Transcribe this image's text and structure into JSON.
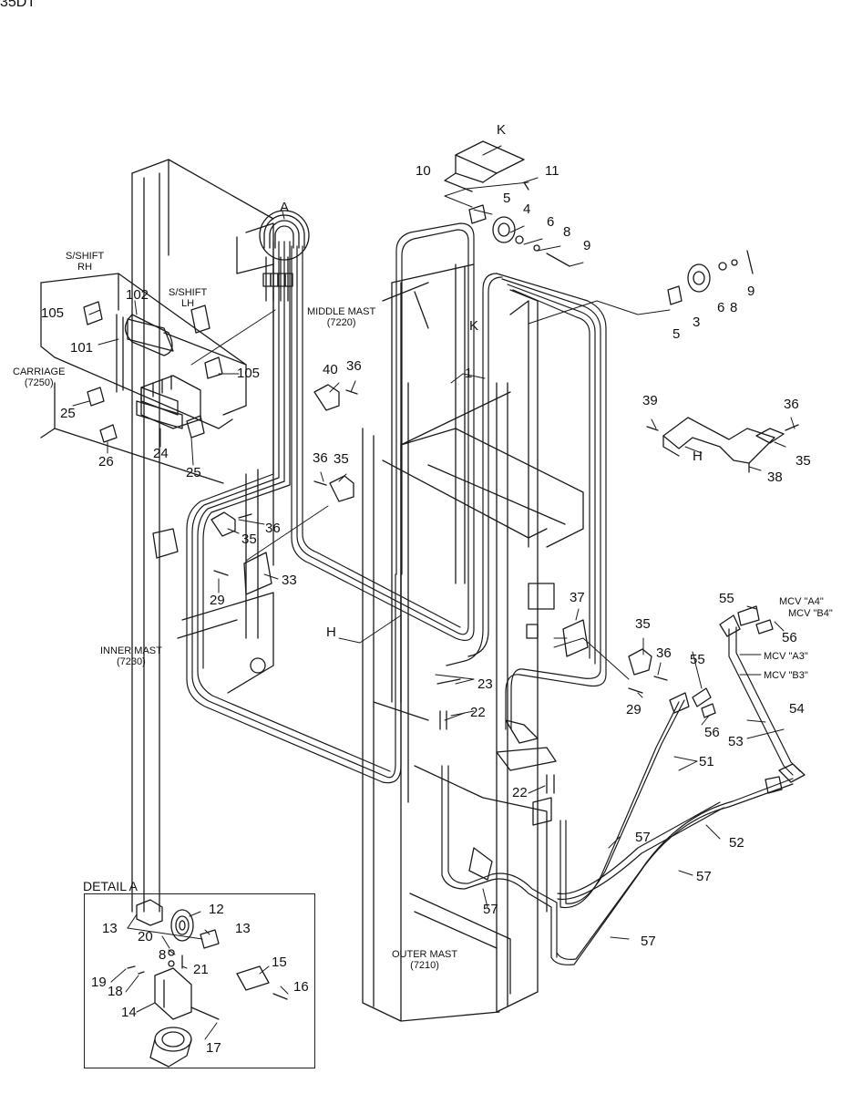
{
  "header": {
    "text": "35DT"
  },
  "detail": {
    "title": "DETAIL A"
  },
  "captions": {
    "s_shift_rh": [
      "S/SHIFT",
      "RH"
    ],
    "s_shift_lh": [
      "S/SHIFT",
      "LH"
    ],
    "carriage": [
      "CARRIAGE",
      "(7250)"
    ],
    "middle_mast": [
      "MIDDLE MAST",
      "(7220)"
    ],
    "inner_mast": [
      "INNER MAST",
      "(7230)"
    ],
    "outer_mast": [
      "OUTER MAST",
      "(7210)"
    ],
    "mcv_a4": "MCV \"A4\"",
    "mcv_b4": "MCV \"B4\"",
    "mcv_a3": "MCV \"A3\"",
    "mcv_b3": "MCV \"B3\""
  },
  "callouts": [
    {
      "id": "k-top",
      "text": "K"
    },
    {
      "id": "10",
      "text": "10"
    },
    {
      "id": "11",
      "text": "11"
    },
    {
      "id": "5a",
      "text": "5"
    },
    {
      "id": "4",
      "text": "4"
    },
    {
      "id": "6a",
      "text": "6"
    },
    {
      "id": "8a",
      "text": "8"
    },
    {
      "id": "9a",
      "text": "9"
    },
    {
      "id": "a",
      "text": "A"
    },
    {
      "id": "6b",
      "text": "6"
    },
    {
      "id": "8b",
      "text": "8"
    },
    {
      "id": "9b",
      "text": "9"
    },
    {
      "id": "5b",
      "text": "5"
    },
    {
      "id": "3",
      "text": "3"
    },
    {
      "id": "k-mid",
      "text": "K"
    },
    {
      "id": "102",
      "text": "102"
    },
    {
      "id": "105a",
      "text": "105"
    },
    {
      "id": "101",
      "text": "101"
    },
    {
      "id": "105b",
      "text": "105"
    },
    {
      "id": "40",
      "text": "40"
    },
    {
      "id": "36a",
      "text": "36"
    },
    {
      "id": "1",
      "text": "1"
    },
    {
      "id": "25a",
      "text": "25"
    },
    {
      "id": "24",
      "text": "24"
    },
    {
      "id": "25b",
      "text": "25"
    },
    {
      "id": "26",
      "text": "26"
    },
    {
      "id": "39",
      "text": "39"
    },
    {
      "id": "36b",
      "text": "36"
    },
    {
      "id": "h-right",
      "text": "H"
    },
    {
      "id": "35a",
      "text": "35"
    },
    {
      "id": "38",
      "text": "38"
    },
    {
      "id": "36c",
      "text": "36"
    },
    {
      "id": "35b",
      "text": "35"
    },
    {
      "id": "36d",
      "text": "36"
    },
    {
      "id": "35c",
      "text": "35"
    },
    {
      "id": "33",
      "text": "33"
    },
    {
      "id": "29a",
      "text": "29"
    },
    {
      "id": "37",
      "text": "37"
    },
    {
      "id": "55a",
      "text": "55"
    },
    {
      "id": "56a",
      "text": "56"
    },
    {
      "id": "35d",
      "text": "35"
    },
    {
      "id": "36e",
      "text": "36"
    },
    {
      "id": "h-left",
      "text": "H"
    },
    {
      "id": "55b",
      "text": "55"
    },
    {
      "id": "23",
      "text": "23"
    },
    {
      "id": "29b",
      "text": "29"
    },
    {
      "id": "22a",
      "text": "22"
    },
    {
      "id": "54",
      "text": "54"
    },
    {
      "id": "56b",
      "text": "56"
    },
    {
      "id": "53",
      "text": "53"
    },
    {
      "id": "51",
      "text": "51"
    },
    {
      "id": "22b",
      "text": "22"
    },
    {
      "id": "57a",
      "text": "57"
    },
    {
      "id": "52",
      "text": "52"
    },
    {
      "id": "57b",
      "text": "57"
    },
    {
      "id": "57c",
      "text": "57"
    },
    {
      "id": "57d",
      "text": "57"
    },
    {
      "id": "12",
      "text": "12"
    },
    {
      "id": "13a",
      "text": "13"
    },
    {
      "id": "20",
      "text": "20"
    },
    {
      "id": "13b",
      "text": "13"
    },
    {
      "id": "8c",
      "text": "8"
    },
    {
      "id": "21",
      "text": "21"
    },
    {
      "id": "15",
      "text": "15"
    },
    {
      "id": "19",
      "text": "19"
    },
    {
      "id": "18",
      "text": "18"
    },
    {
      "id": "16",
      "text": "16"
    },
    {
      "id": "14",
      "text": "14"
    },
    {
      "id": "17",
      "text": "17"
    }
  ]
}
